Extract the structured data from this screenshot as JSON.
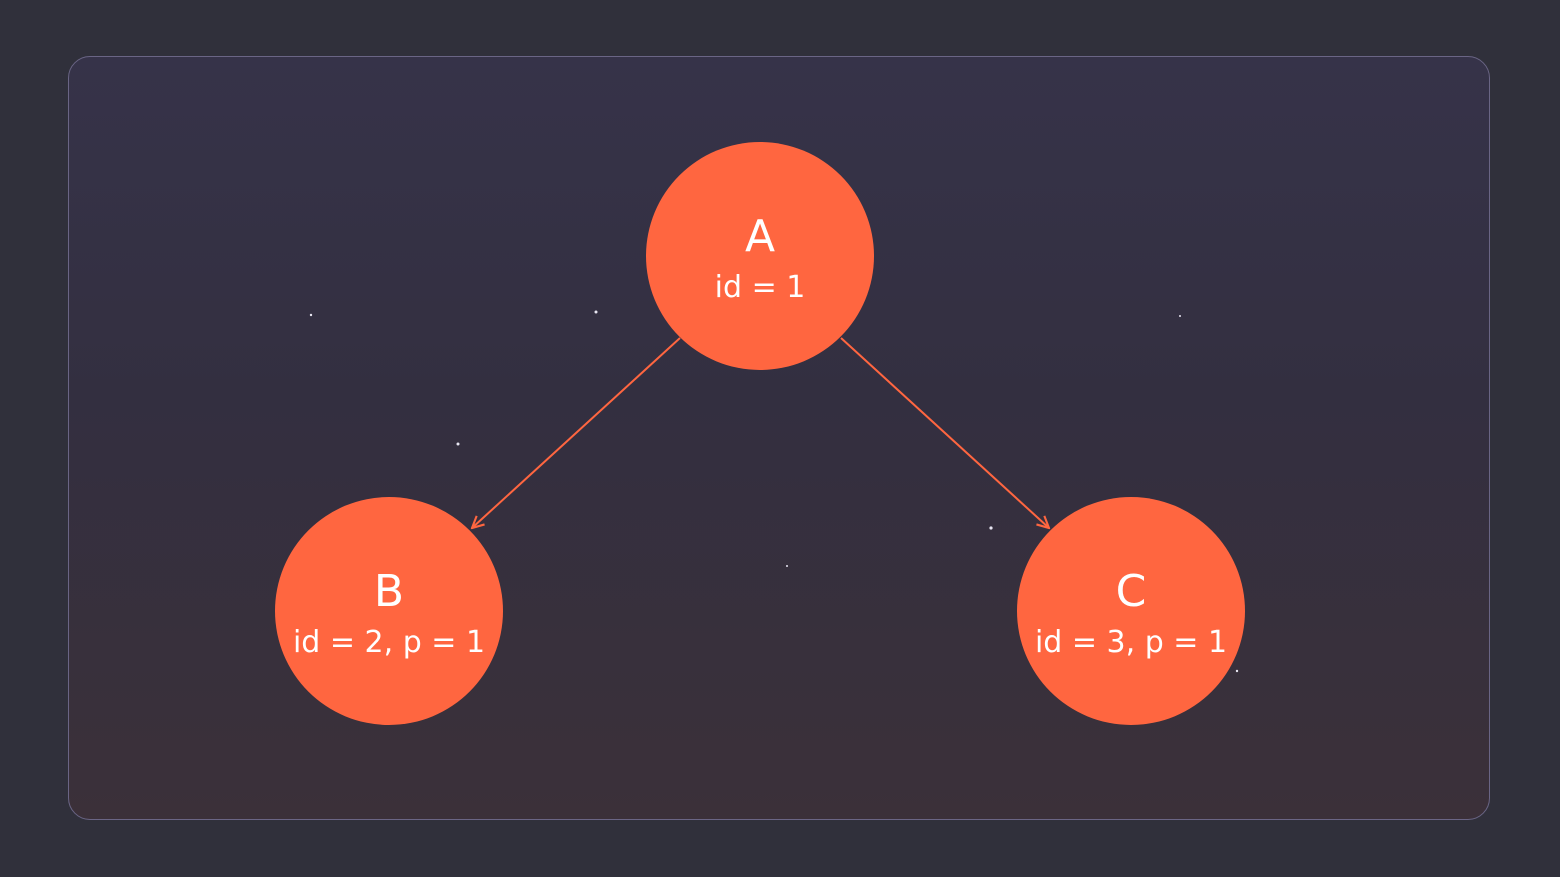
{
  "colors": {
    "page_background": "#30303b",
    "node_fill": "#ff6640",
    "edge": "#ff6640",
    "text": "#ffffff"
  },
  "nodes": [
    {
      "key": "A",
      "letter": "A",
      "label": "id = 1"
    },
    {
      "key": "B",
      "letter": "B",
      "label": "id = 2, p = 1"
    },
    {
      "key": "C",
      "letter": "C",
      "label": "id = 3, p = 1"
    }
  ],
  "edges": [
    {
      "from": "A",
      "to": "B"
    },
    {
      "from": "A",
      "to": "C"
    }
  ]
}
